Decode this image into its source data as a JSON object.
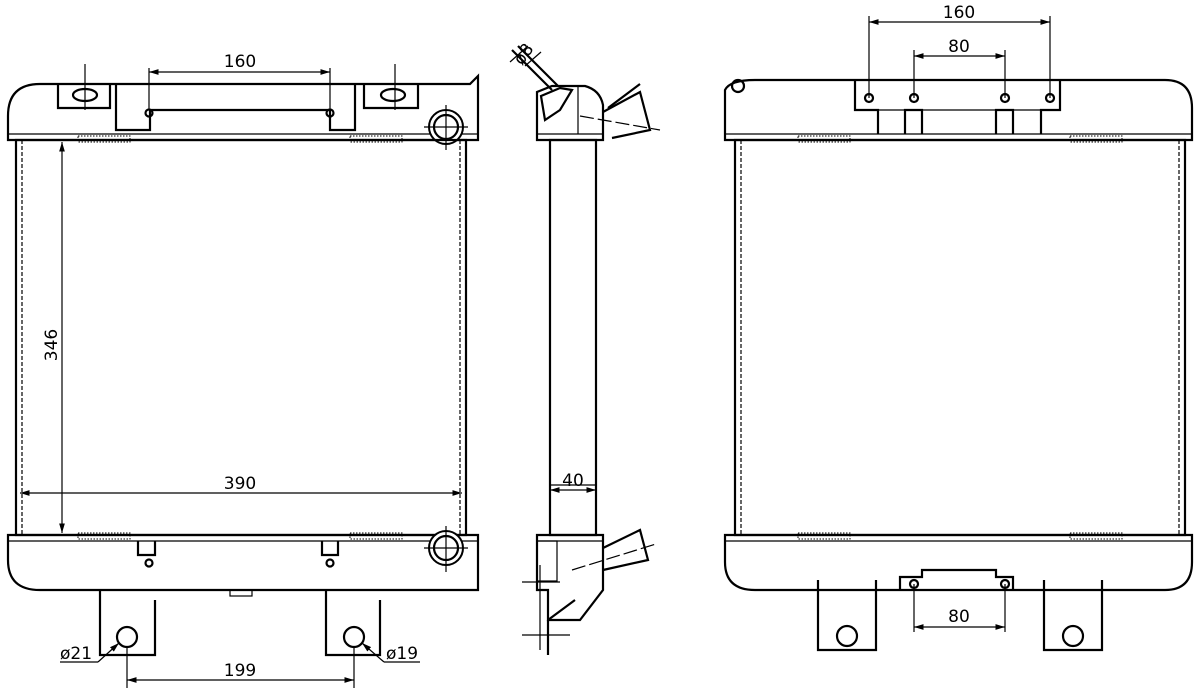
{
  "drawing": {
    "front_view": {
      "dim_top_mount_spacing": "160",
      "dim_core_height": "346",
      "dim_core_width": "390",
      "dim_left_hole": "ø21",
      "dim_bracket_spacing": "199",
      "dim_right_hole": "ø19"
    },
    "side_view": {
      "dim_pipe_diameter": "ø8",
      "dim_core_depth": "40"
    },
    "rear_view": {
      "dim_outer_tab_spacing": "160",
      "dim_inner_tab_spacing": "80",
      "dim_bottom_tab_spacing": "80"
    }
  }
}
